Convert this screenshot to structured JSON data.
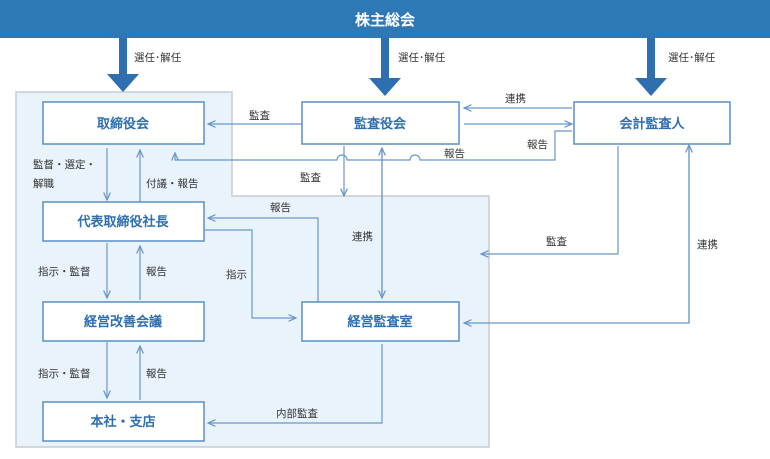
{
  "colors": {
    "header_bg": "#2e78b5",
    "header_text": "#ffffff",
    "box_fill": "#ffffff",
    "box_stroke": "#5a8fc4",
    "box_text": "#2e6fb0",
    "group_fill": "#e9f3fc",
    "group_stroke": "#c9ccd0",
    "line": "#6a97c9",
    "big_arrow": "#2e6fb0"
  },
  "header": {
    "title": "株主総会"
  },
  "boxes": {
    "board": "取締役会",
    "auditors": "監査役会",
    "accounting_auditor": "会計監査人",
    "president": "代表取締役社長",
    "management_meeting": "経営改善会議",
    "audit_office": "経営監査室",
    "branches": "本社・支店"
  },
  "labels": {
    "elect_1": "選任･解任",
    "elect_2": "選任･解任",
    "elect_3": "選任･解任",
    "audit_board": "監査",
    "cooperation_top": "連携",
    "report_accounting": "報告",
    "report_long": "報告",
    "supervise_board_1": "監督・選定・",
    "supervise_board_2": "解職",
    "deliberation_report": "付議・報告",
    "audit_president": "監査",
    "report_president": "報告",
    "cooperation_mid": "連携",
    "audit_accounting": "監査",
    "cooperation_right": "連携",
    "instruct_1": "指示・監督",
    "report_meeting": "報告",
    "instruct_office": "指示",
    "instruct_2": "指示・監督",
    "report_branches": "報告",
    "internal_audit": "内部監査"
  }
}
